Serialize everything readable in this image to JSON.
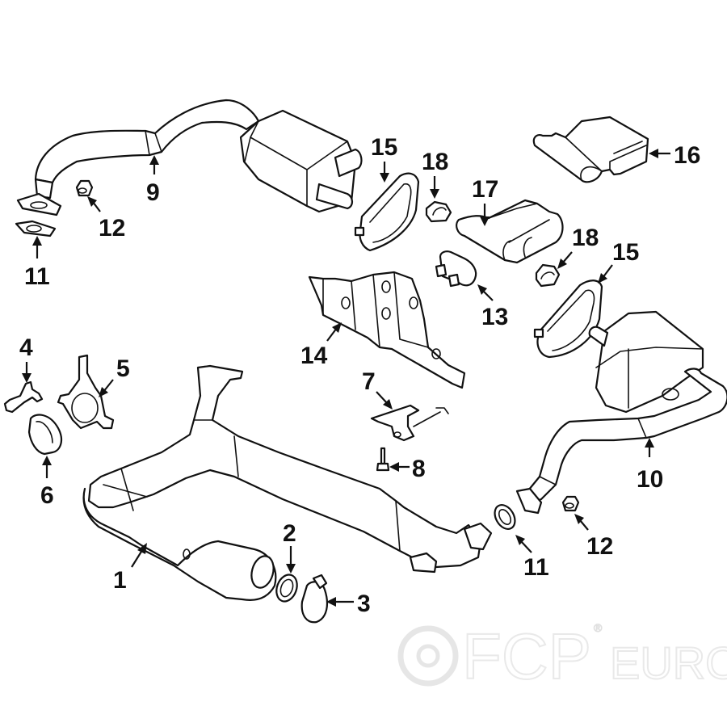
{
  "diagram": {
    "title": "Exhaust system parts diagram",
    "watermark": {
      "brand": "FCP",
      "suffix": "EURO",
      "registered_mark": "®"
    },
    "callouts": [
      {
        "id": "1",
        "label": "1",
        "part": "front-pipe-with-catalytic-converter"
      },
      {
        "id": "2",
        "label": "2",
        "part": "gasket-ring"
      },
      {
        "id": "3",
        "label": "3",
        "part": "clamp"
      },
      {
        "id": "4",
        "label": "4",
        "part": "bracket-small"
      },
      {
        "id": "5",
        "label": "5",
        "part": "heat-shield-ring-bracket"
      },
      {
        "id": "6",
        "label": "6",
        "part": "clamp-ring"
      },
      {
        "id": "7",
        "label": "7",
        "part": "hanger-bracket"
      },
      {
        "id": "8",
        "label": "8",
        "part": "bolt"
      },
      {
        "id": "9",
        "label": "9",
        "part": "left-muffler-pipe"
      },
      {
        "id": "10",
        "label": "10",
        "part": "right-muffler-pipe"
      },
      {
        "id": "11a",
        "label": "11",
        "part": "gasket-left"
      },
      {
        "id": "11b",
        "label": "11",
        "part": "gasket-right"
      },
      {
        "id": "12a",
        "label": "12",
        "part": "nut-left"
      },
      {
        "id": "12b",
        "label": "12",
        "part": "nut-right"
      },
      {
        "id": "13",
        "label": "13",
        "part": "insulator-hanger"
      },
      {
        "id": "14",
        "label": "14",
        "part": "center-bracket"
      },
      {
        "id": "15a",
        "label": "15",
        "part": "tip-bezel-left"
      },
      {
        "id": "15b",
        "label": "15",
        "part": "tip-bezel-right"
      },
      {
        "id": "16",
        "label": "16",
        "part": "tail-pipe-tip-right"
      },
      {
        "id": "17",
        "label": "17",
        "part": "tail-pipe-tip-left"
      },
      {
        "id": "18a",
        "label": "18",
        "part": "grommet-left"
      },
      {
        "id": "18b",
        "label": "18",
        "part": "grommet-right"
      }
    ]
  }
}
